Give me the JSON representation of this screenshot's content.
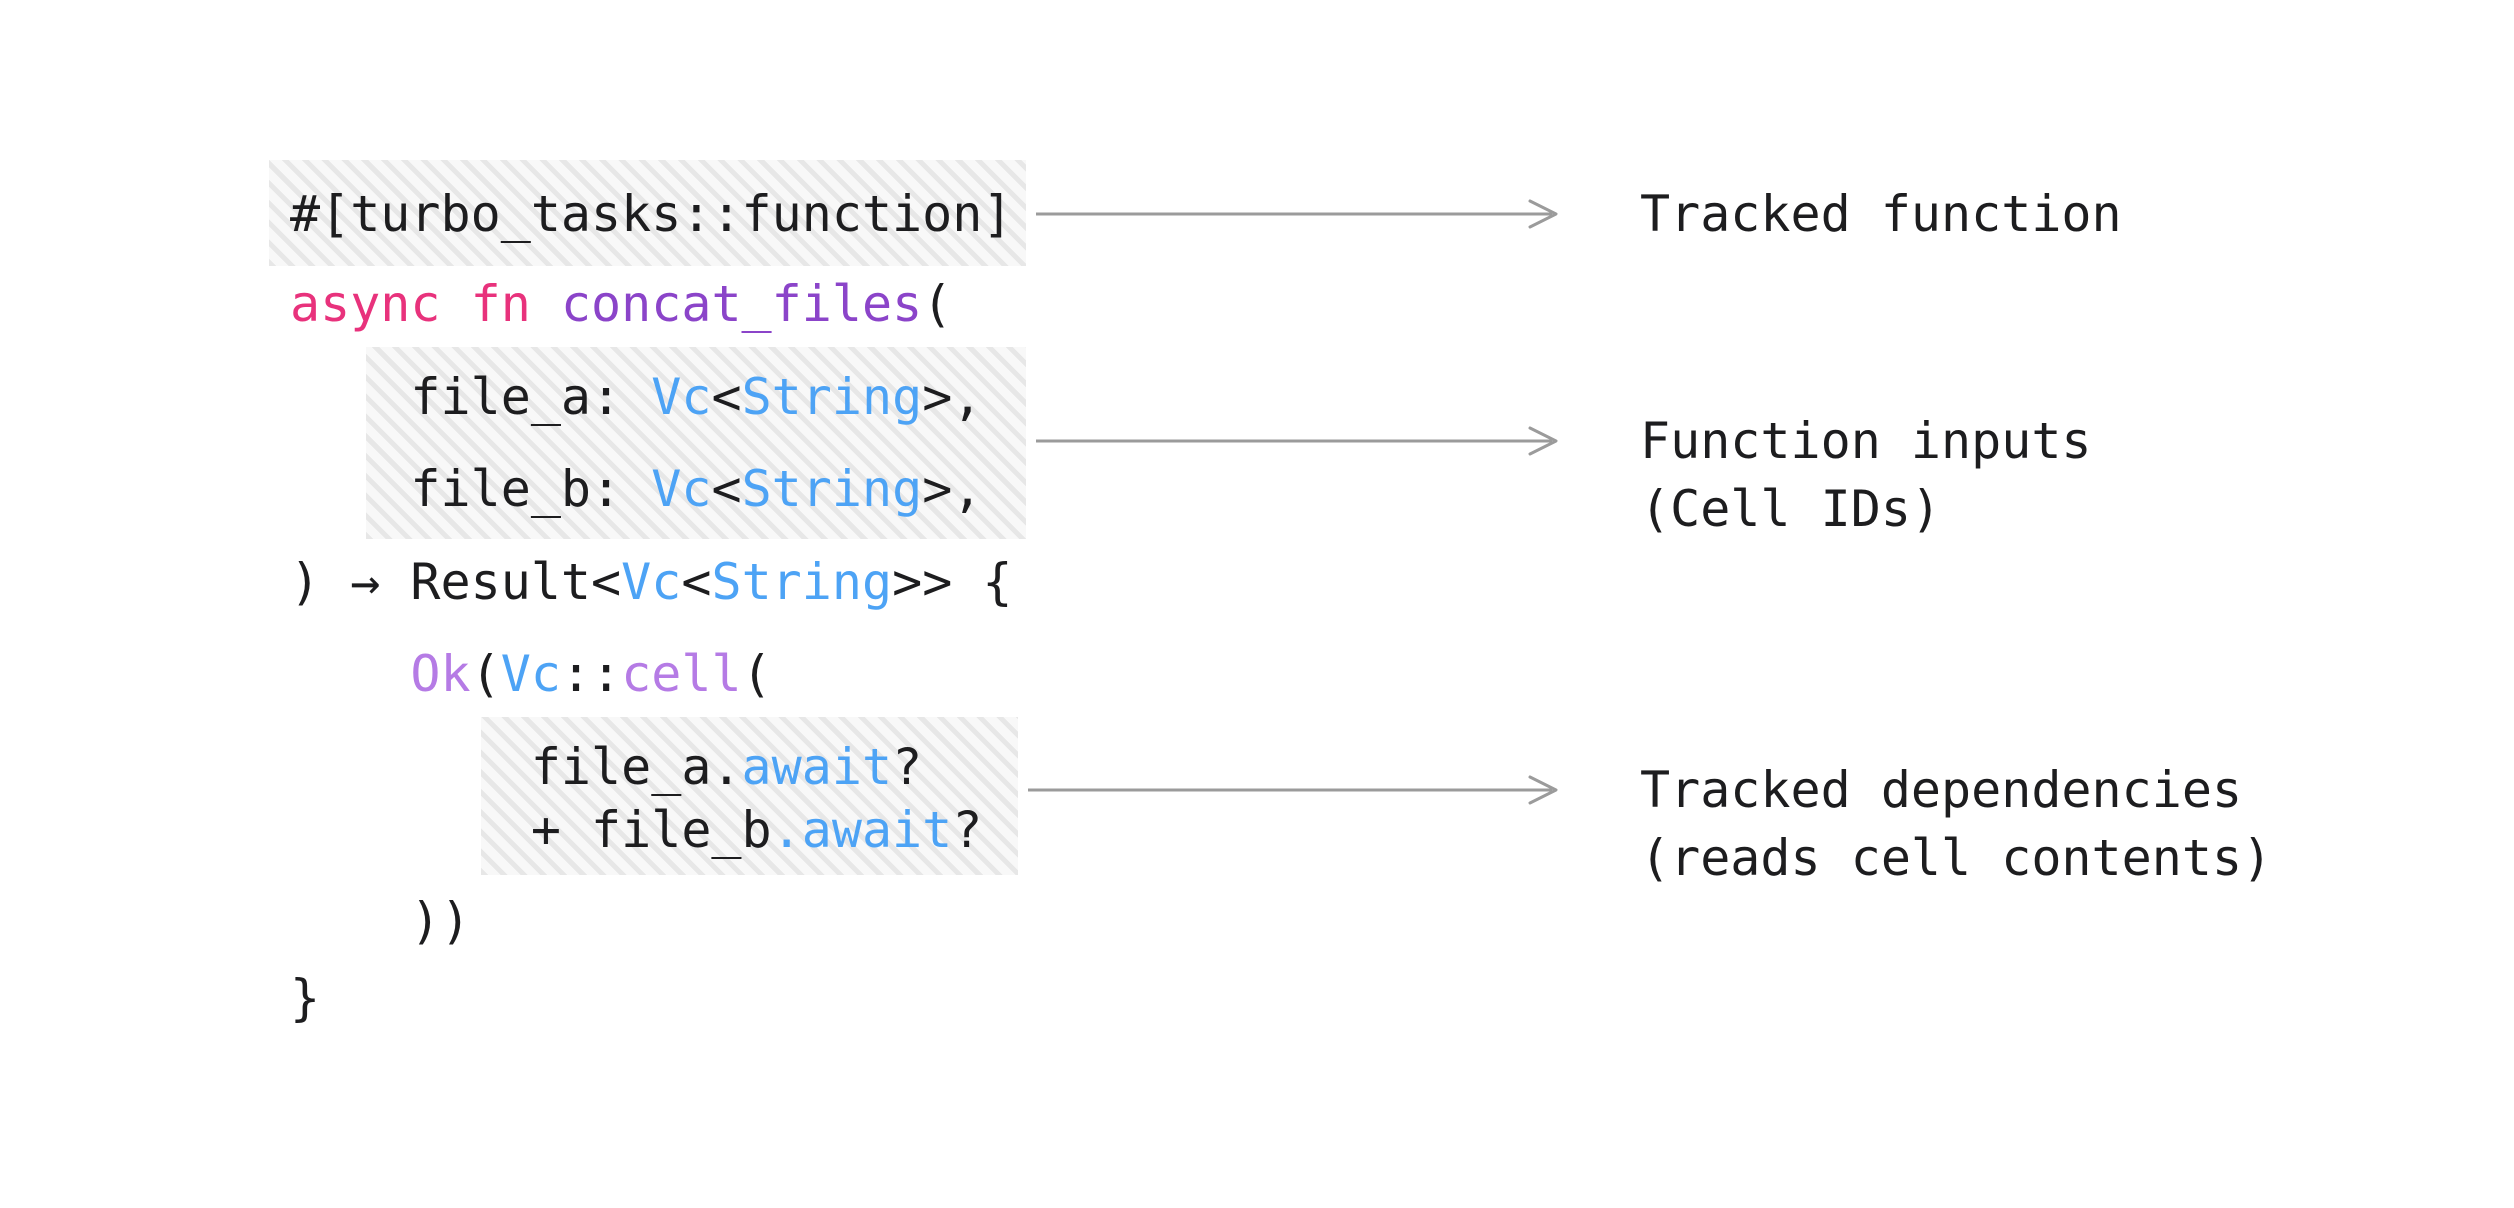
{
  "figure": {
    "background": "#ffffff",
    "colors": {
      "background": "#ffffff",
      "default": "#1d1d1f",
      "pink": "#e8327c",
      "purple": "#8b44c9",
      "lavender": "#b57be5",
      "blue": "#4da3f5",
      "arrow": "#9b9b9b",
      "hatch_stripe": "#e7e7e7",
      "hatch_bg": "#f8f8f8"
    },
    "code": {
      "language": "rust",
      "lines": [
        {
          "tokens": [
            {
              "t": "#[turbo_tasks::function]",
              "c": "default"
            }
          ]
        },
        {
          "tokens": [
            {
              "t": "async fn ",
              "c": "pink"
            },
            {
              "t": "concat_files",
              "c": "purple"
            },
            {
              "t": "(",
              "c": "default"
            }
          ]
        },
        {
          "tokens": [
            {
              "t": "    file_a: ",
              "c": "default"
            },
            {
              "t": "Vc",
              "c": "blue"
            },
            {
              "t": "<",
              "c": "default"
            },
            {
              "t": "String",
              "c": "blue"
            },
            {
              "t": ">,",
              "c": "default"
            }
          ]
        },
        {
          "tokens": [
            {
              "t": "    file_b: ",
              "c": "default"
            },
            {
              "t": "Vc",
              "c": "blue"
            },
            {
              "t": "<",
              "c": "default"
            },
            {
              "t": "String",
              "c": "blue"
            },
            {
              "t": ">,",
              "c": "default"
            }
          ]
        },
        {
          "tokens": [
            {
              "t": ") → Result<",
              "c": "default"
            },
            {
              "t": "Vc",
              "c": "blue"
            },
            {
              "t": "<",
              "c": "default"
            },
            {
              "t": "String",
              "c": "blue"
            },
            {
              "t": ">> {",
              "c": "default"
            }
          ]
        },
        {
          "tokens": [
            {
              "t": "    ",
              "c": "default"
            },
            {
              "t": "Ok",
              "c": "lavender"
            },
            {
              "t": "(",
              "c": "default"
            },
            {
              "t": "Vc",
              "c": "blue"
            },
            {
              "t": "::",
              "c": "default"
            },
            {
              "t": "cell",
              "c": "lavender"
            },
            {
              "t": "(",
              "c": "default"
            }
          ]
        },
        {
          "tokens": [
            {
              "t": "        file_a.",
              "c": "default"
            },
            {
              "t": "await",
              "c": "blue"
            },
            {
              "t": "?",
              "c": "default"
            }
          ]
        },
        {
          "tokens": [
            {
              "t": "        + file_b",
              "c": "default"
            },
            {
              "t": ".await",
              "c": "blue"
            },
            {
              "t": "?",
              "c": "default"
            }
          ]
        },
        {
          "tokens": [
            {
              "t": "    ))",
              "c": "default"
            }
          ]
        },
        {
          "tokens": [
            {
              "t": "}",
              "c": "default"
            }
          ]
        }
      ]
    },
    "annotations": [
      {
        "lines": [
          "Tracked function"
        ]
      },
      {
        "lines": [
          "Function inputs",
          "(Cell IDs)"
        ]
      },
      {
        "lines": [
          "Tracked dependencies",
          "(reads cell contents)"
        ]
      }
    ]
  }
}
